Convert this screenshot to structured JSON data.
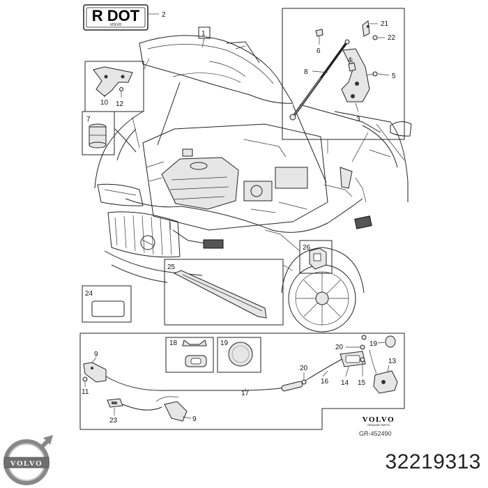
{
  "badge": {
    "text": "R DOT",
    "brand": "VOLVO"
  },
  "callouts": {
    "c1": "1",
    "c2": "2",
    "c3": "3",
    "c4": "4",
    "c5": "5",
    "c6": "6",
    "c7": "7",
    "c8": "8",
    "c9a": "9",
    "c9b": "9",
    "c10": "10",
    "c11": "11",
    "c12": "12",
    "c13": "13",
    "c14": "14",
    "c15": "15",
    "c16": "16",
    "c17": "17",
    "c18": "18",
    "c19a": "19",
    "c19b": "19",
    "c20a": "20",
    "c20b": "20",
    "c21": "21",
    "c22": "22",
    "c23": "23",
    "c24": "24",
    "c25": "25",
    "c26": "26"
  },
  "footer": {
    "brand": "VOLVO",
    "brand_sub": "GENUINE PARTS",
    "ref": "GR-452490",
    "logo_text": "VOLVO",
    "part_number": "32219313"
  }
}
